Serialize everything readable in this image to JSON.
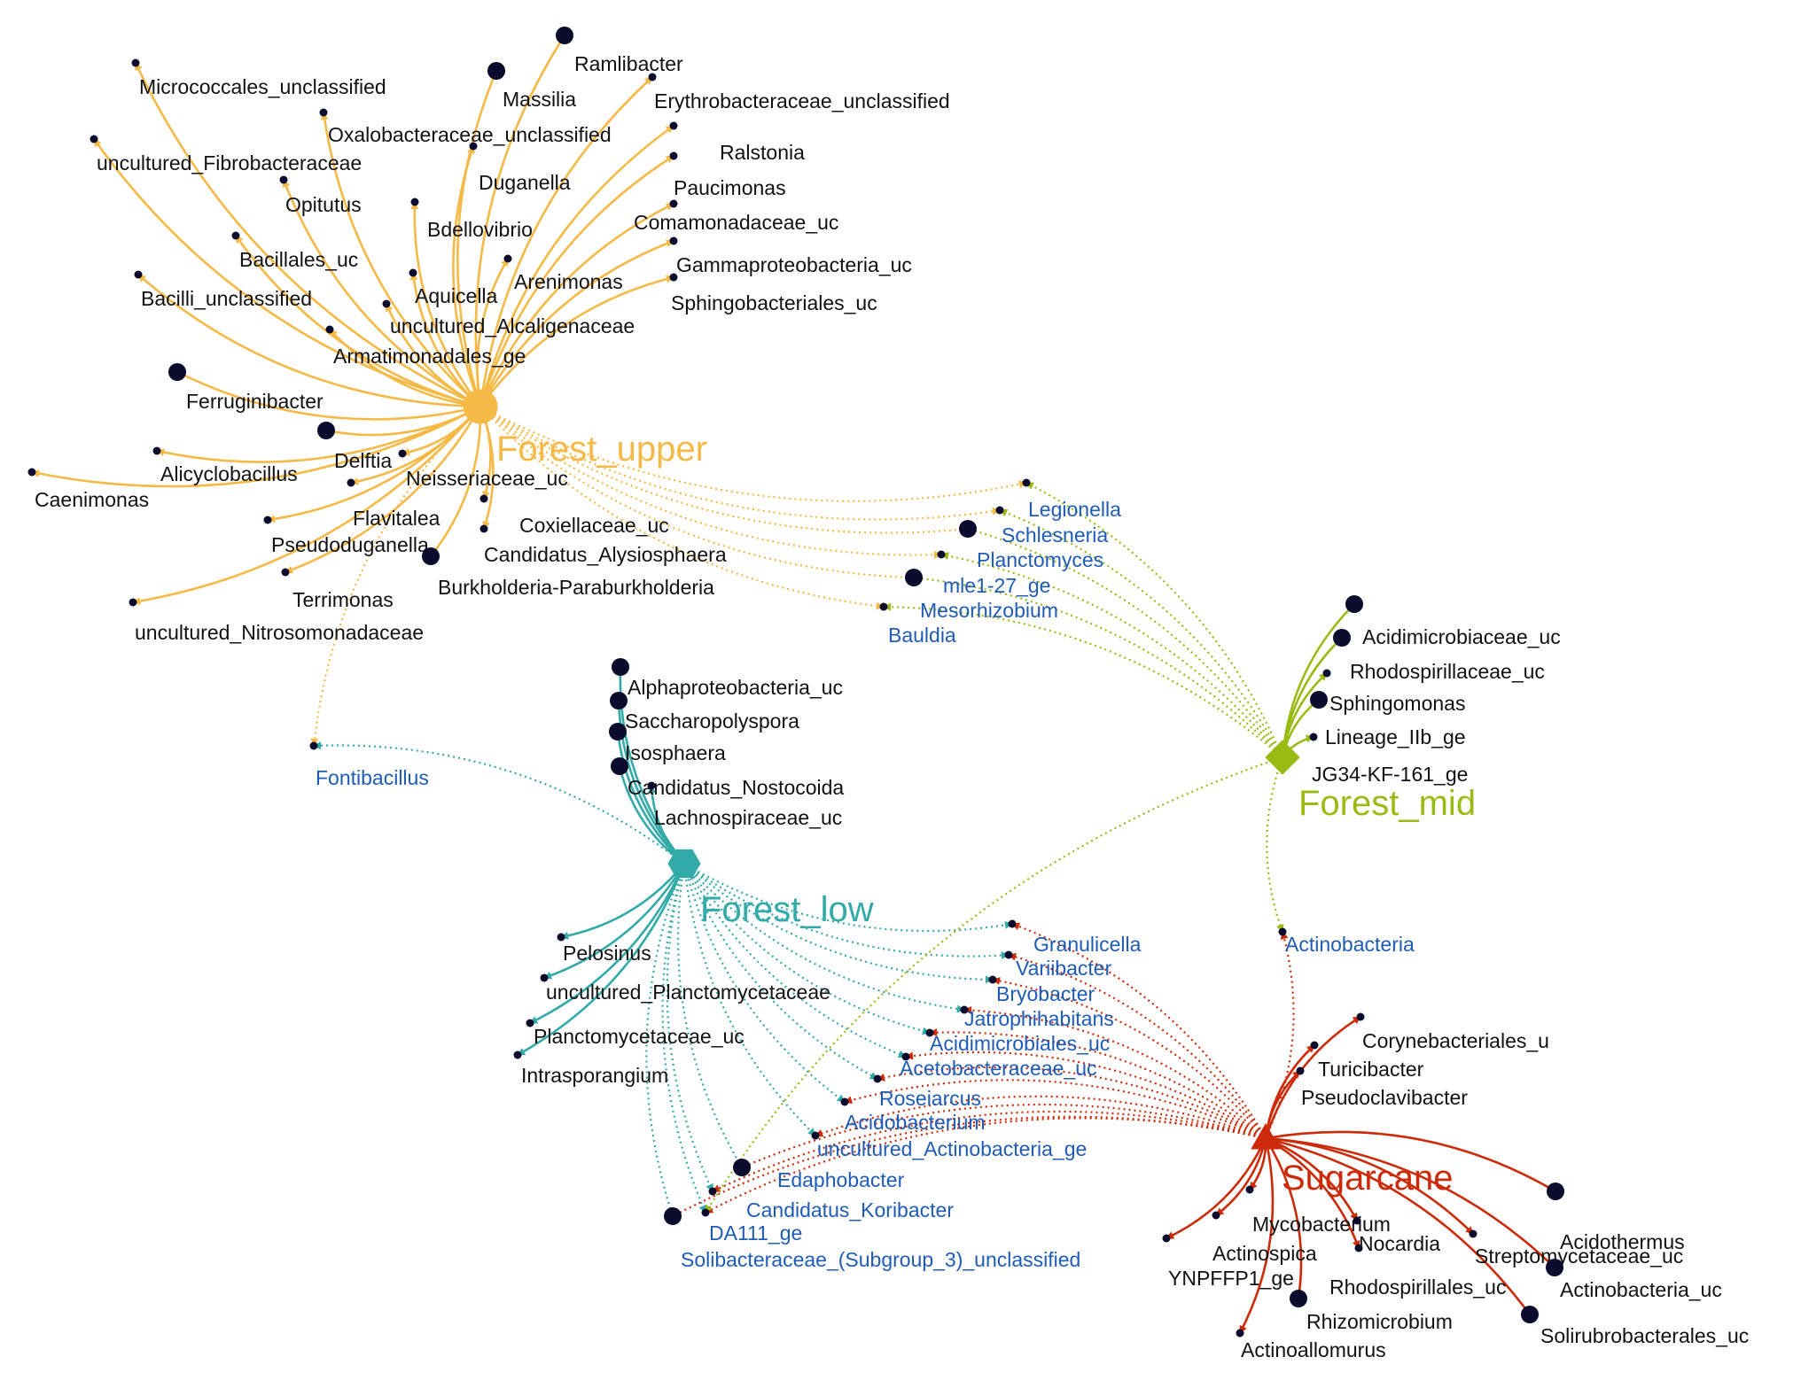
{
  "colors": {
    "upper": "#f5b945",
    "mid": "#99bb14",
    "low": "#32aaa8",
    "sugar": "#cc2a08",
    "node": "#0b0b2e",
    "shared_label": "#1f5cb8"
  },
  "hubs": [
    {
      "id": "upper",
      "label": "Forest_upper",
      "shape": "circle"
    },
    {
      "id": "mid",
      "label": "Forest_mid",
      "shape": "diamond"
    },
    {
      "id": "low",
      "label": "Forest_low",
      "shape": "hexagon"
    },
    {
      "id": "sugar",
      "label": "Sugarcane",
      "shape": "triangle"
    }
  ],
  "nodes": [
    {
      "label": "Ramlibacter",
      "hubs": [
        "upper"
      ],
      "size": "large"
    },
    {
      "label": "Micrococcales_unclassified",
      "hubs": [
        "upper"
      ],
      "size": "small"
    },
    {
      "label": "Massilia",
      "hubs": [
        "upper"
      ],
      "size": "large"
    },
    {
      "label": "Erythrobacteraceae_unclassified",
      "hubs": [
        "upper"
      ],
      "size": "small"
    },
    {
      "label": "Oxalobacteraceae_unclassified",
      "hubs": [
        "upper"
      ],
      "size": "small"
    },
    {
      "label": "uncultured_Fibrobacteraceae",
      "hubs": [
        "upper"
      ],
      "size": "small"
    },
    {
      "label": "Ralstonia",
      "hubs": [
        "upper"
      ],
      "size": "small"
    },
    {
      "label": "Duganella",
      "hubs": [
        "upper"
      ],
      "size": "small"
    },
    {
      "label": "Paucimonas",
      "hubs": [
        "upper"
      ],
      "size": "small"
    },
    {
      "label": "Opitutus",
      "hubs": [
        "upper"
      ],
      "size": "small"
    },
    {
      "label": "Bdellovibrio",
      "hubs": [
        "upper"
      ],
      "size": "small"
    },
    {
      "label": "Comamonadaceae_uc",
      "hubs": [
        "upper"
      ],
      "size": "small"
    },
    {
      "label": "Bacillales_uc",
      "hubs": [
        "upper"
      ],
      "size": "small"
    },
    {
      "label": "Gammaproteobacteria_uc",
      "hubs": [
        "upper"
      ],
      "size": "small"
    },
    {
      "label": "Arenimonas",
      "hubs": [
        "upper"
      ],
      "size": "small"
    },
    {
      "label": "Aquicella",
      "hubs": [
        "upper"
      ],
      "size": "small"
    },
    {
      "label": "Bacilli_unclassified",
      "hubs": [
        "upper"
      ],
      "size": "small"
    },
    {
      "label": "Sphingobacteriales_uc",
      "hubs": [
        "upper"
      ],
      "size": "small"
    },
    {
      "label": "uncultured_Alcaligenaceae",
      "hubs": [
        "upper"
      ],
      "size": "small"
    },
    {
      "label": "Armatimonadales_ge",
      "hubs": [
        "upper"
      ],
      "size": "small"
    },
    {
      "label": "Ferruginibacter",
      "hubs": [
        "upper"
      ],
      "size": "large"
    },
    {
      "label": "Delftia",
      "hubs": [
        "upper"
      ],
      "size": "large"
    },
    {
      "label": "Alicyclobacillus",
      "hubs": [
        "upper"
      ],
      "size": "small"
    },
    {
      "label": "Neisseriaceae_uc",
      "hubs": [
        "upper"
      ],
      "size": "small"
    },
    {
      "label": "Caenimonas",
      "hubs": [
        "upper"
      ],
      "size": "small"
    },
    {
      "label": "Flavitalea",
      "hubs": [
        "upper"
      ],
      "size": "small"
    },
    {
      "label": "Coxiellaceae_uc",
      "hubs": [
        "upper"
      ],
      "size": "small"
    },
    {
      "label": "Pseudoduganella",
      "hubs": [
        "upper"
      ],
      "size": "small"
    },
    {
      "label": "Candidatus_Alysiosphaera",
      "hubs": [
        "upper"
      ],
      "size": "small"
    },
    {
      "label": "Burkholderia-Paraburkholderia",
      "hubs": [
        "upper"
      ],
      "size": "large"
    },
    {
      "label": "Terrimonas",
      "hubs": [
        "upper"
      ],
      "size": "small"
    },
    {
      "label": "uncultured_Nitrosomonadaceae",
      "hubs": [
        "upper"
      ],
      "size": "small"
    },
    {
      "label": "Legionella",
      "hubs": [
        "upper",
        "mid"
      ],
      "size": "small",
      "shared": true
    },
    {
      "label": "Schlesneria",
      "hubs": [
        "upper",
        "mid"
      ],
      "size": "small",
      "shared": true
    },
    {
      "label": "Planctomyces",
      "hubs": [
        "upper",
        "mid"
      ],
      "size": "large",
      "shared": true
    },
    {
      "label": "mle1-27_ge",
      "hubs": [
        "upper",
        "mid"
      ],
      "size": "small",
      "shared": true
    },
    {
      "label": "Mesorhizobium",
      "hubs": [
        "upper",
        "mid"
      ],
      "size": "large",
      "shared": true
    },
    {
      "label": "Bauldia",
      "hubs": [
        "upper",
        "mid"
      ],
      "size": "small",
      "shared": true
    },
    {
      "label": "Acidimicrobiaceae_uc",
      "hubs": [
        "mid"
      ],
      "size": "large"
    },
    {
      "label": "Rhodospirillaceae_uc",
      "hubs": [
        "mid"
      ],
      "size": "large"
    },
    {
      "label": "Sphingomonas",
      "hubs": [
        "mid"
      ],
      "size": "small"
    },
    {
      "label": "Lineage_IIb_ge",
      "hubs": [
        "mid"
      ],
      "size": "large"
    },
    {
      "label": "JG34-KF-161_ge",
      "hubs": [
        "mid"
      ],
      "size": "small"
    },
    {
      "label": "Fontibacillus",
      "hubs": [
        "upper",
        "low"
      ],
      "size": "small",
      "shared": true
    },
    {
      "label": "Alphaproteobacteria_uc",
      "hubs": [
        "low"
      ],
      "size": "large"
    },
    {
      "label": "Saccharopolyspora",
      "hubs": [
        "low"
      ],
      "size": "large"
    },
    {
      "label": "Isosphaera",
      "hubs": [
        "low"
      ],
      "size": "large"
    },
    {
      "label": "Candidatus_Nostocoida",
      "hubs": [
        "low"
      ],
      "size": "large"
    },
    {
      "label": "Lachnospiraceae_uc",
      "hubs": [
        "low"
      ],
      "size": "small"
    },
    {
      "label": "Pelosinus",
      "hubs": [
        "low"
      ],
      "size": "small"
    },
    {
      "label": "uncultured_Planctomycetaceae",
      "hubs": [
        "low"
      ],
      "size": "small"
    },
    {
      "label": "Planctomycetaceae_uc",
      "hubs": [
        "low"
      ],
      "size": "small"
    },
    {
      "label": "Intrasporangium",
      "hubs": [
        "low"
      ],
      "size": "small"
    },
    {
      "label": "Actinobacteria",
      "hubs": [
        "mid",
        "sugar"
      ],
      "size": "small",
      "shared": true
    },
    {
      "label": "Granulicella",
      "hubs": [
        "low",
        "sugar"
      ],
      "size": "small",
      "shared": true
    },
    {
      "label": "Variibacter",
      "hubs": [
        "low",
        "sugar"
      ],
      "size": "small",
      "shared": true
    },
    {
      "label": "Bryobacter",
      "hubs": [
        "low",
        "sugar"
      ],
      "size": "small",
      "shared": true
    },
    {
      "label": "Jatrophihabitans",
      "hubs": [
        "low",
        "sugar"
      ],
      "size": "small",
      "shared": true
    },
    {
      "label": "Acidimicrobiales_uc",
      "hubs": [
        "low",
        "sugar"
      ],
      "size": "small",
      "shared": true
    },
    {
      "label": "Acetobacteraceae_uc",
      "hubs": [
        "low",
        "sugar"
      ],
      "size": "small",
      "shared": true
    },
    {
      "label": "Roseiarcus",
      "hubs": [
        "low",
        "sugar"
      ],
      "size": "small",
      "shared": true
    },
    {
      "label": "Acidobacterium",
      "hubs": [
        "low",
        "sugar"
      ],
      "size": "small",
      "shared": true
    },
    {
      "label": "uncultured_Actinobacteria_ge",
      "hubs": [
        "low",
        "sugar"
      ],
      "size": "small",
      "shared": true
    },
    {
      "label": "Edaphobacter",
      "hubs": [
        "low",
        "sugar"
      ],
      "size": "large",
      "shared": true
    },
    {
      "label": "Candidatus_Koribacter",
      "hubs": [
        "low",
        "sugar"
      ],
      "size": "small",
      "shared": true
    },
    {
      "label": "DA111_ge",
      "hubs": [
        "low",
        "sugar",
        "mid"
      ],
      "size": "small",
      "shared": true
    },
    {
      "label": "Solibacteraceae_(Subgroup_3)_unclassified",
      "hubs": [
        "low",
        "sugar"
      ],
      "size": "large",
      "shared": true
    },
    {
      "label": "Corynebacteriales_u",
      "hubs": [
        "sugar"
      ],
      "size": "small"
    },
    {
      "label": "Turicibacter",
      "hubs": [
        "sugar"
      ],
      "size": "small"
    },
    {
      "label": "Pseudoclavibacter",
      "hubs": [
        "sugar"
      ],
      "size": "small"
    },
    {
      "label": "Mycobacterium",
      "hubs": [
        "sugar"
      ],
      "size": "small"
    },
    {
      "label": "Actinospica",
      "hubs": [
        "sugar"
      ],
      "size": "small"
    },
    {
      "label": "Nocardia",
      "hubs": [
        "sugar"
      ],
      "size": "small"
    },
    {
      "label": "YNPFFP1_ge",
      "hubs": [
        "sugar"
      ],
      "size": "small"
    },
    {
      "label": "Acidothermus",
      "hubs": [
        "sugar"
      ],
      "size": "large"
    },
    {
      "label": "Streptomycetaceae_uc",
      "hubs": [
        "sugar"
      ],
      "size": "small"
    },
    {
      "label": "Rhodospirillales_uc",
      "hubs": [
        "sugar"
      ],
      "size": "small"
    },
    {
      "label": "Actinobacteria_uc",
      "hubs": [
        "sugar"
      ],
      "size": "large"
    },
    {
      "label": "Rhizomicrobium",
      "hubs": [
        "sugar"
      ],
      "size": "large"
    },
    {
      "label": "Solirubrobacterales_uc",
      "hubs": [
        "sugar"
      ],
      "size": "large"
    },
    {
      "label": "Actinoallomurus",
      "hubs": [
        "sugar"
      ],
      "size": "small"
    }
  ]
}
